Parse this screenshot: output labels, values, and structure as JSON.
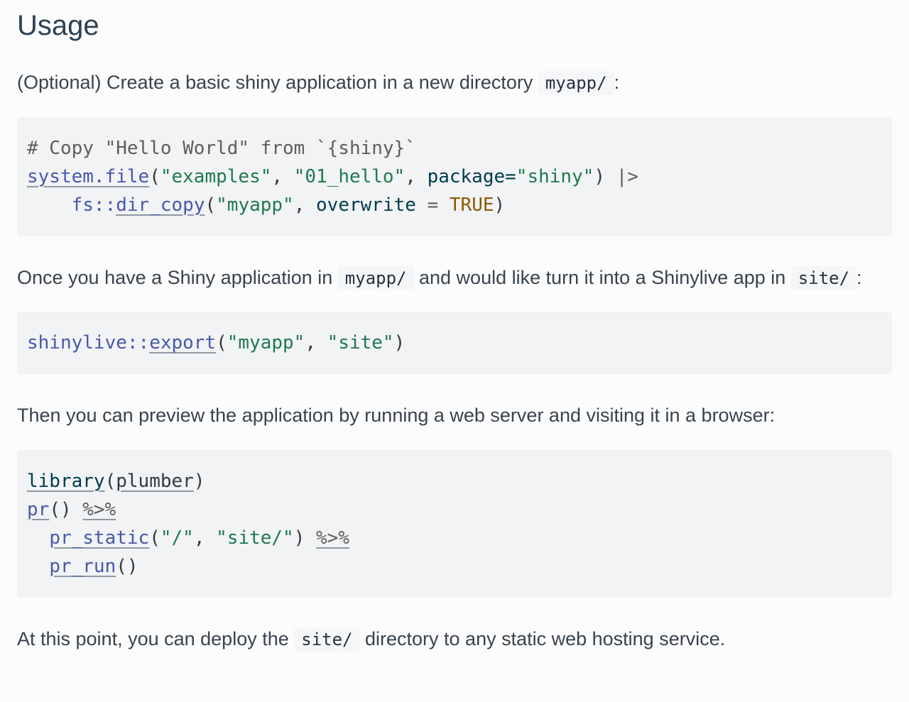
{
  "page": {
    "title": "Usage"
  },
  "colors": {
    "page-bg": "#fcfcfc",
    "heading": "#2c4155",
    "body-text": "#37434e",
    "code-bg": "#f1f3f4",
    "inline-code-bg": "#f5f6f8",
    "inline-code-text": "#253240",
    "code-default": "#343a40",
    "comment": "#5e5e5e",
    "function": "#4758ab",
    "keyword": "#003b4f",
    "string": "#20794d",
    "constant": "#8f5902",
    "operator": "#5e5e5e",
    "link-underline": "#8f99a3"
  },
  "content": [
    {
      "type": "paragraph",
      "segments": [
        {
          "text": "(Optional) Create a basic shiny application in a new directory "
        },
        {
          "text": "myapp/",
          "code": true
        },
        {
          "text": ":"
        }
      ]
    },
    {
      "type": "code",
      "lines": [
        [
          {
            "cls": "co",
            "text": "# Copy \"Hello World\" from `{shiny}`"
          }
        ],
        [
          {
            "cls": "fu",
            "text": "system.file",
            "link": true
          },
          {
            "text": "("
          },
          {
            "cls": "st",
            "text": "\"examples\""
          },
          {
            "text": ", "
          },
          {
            "cls": "st",
            "text": "\"01_hello\""
          },
          {
            "text": ", "
          },
          {
            "cls": "ot",
            "text": "package="
          },
          {
            "cls": "st",
            "text": "\"shiny\""
          },
          {
            "text": ") "
          },
          {
            "cls": "op",
            "text": "|>"
          }
        ],
        [
          {
            "text": "    "
          },
          {
            "cls": "fu",
            "text": "fs::"
          },
          {
            "cls": "fu",
            "text": "dir_copy",
            "link": true
          },
          {
            "text": "("
          },
          {
            "cls": "st",
            "text": "\"myapp\""
          },
          {
            "text": ", "
          },
          {
            "cls": "ot",
            "text": "overwrite"
          },
          {
            "text": " "
          },
          {
            "cls": "op",
            "text": "="
          },
          {
            "text": " "
          },
          {
            "cls": "cn",
            "text": "TRUE"
          },
          {
            "text": ")"
          }
        ]
      ]
    },
    {
      "type": "paragraph",
      "segments": [
        {
          "text": "Once you have a Shiny application in "
        },
        {
          "text": "myapp/",
          "code": true
        },
        {
          "text": " and would like turn it into a Shinylive app in "
        },
        {
          "text": "site/",
          "code": true
        },
        {
          "text": ":"
        }
      ]
    },
    {
      "type": "code",
      "lines": [
        [
          {
            "cls": "fu",
            "text": "shinylive::"
          },
          {
            "cls": "fu",
            "text": "export",
            "link": true
          },
          {
            "text": "("
          },
          {
            "cls": "st",
            "text": "\"myapp\""
          },
          {
            "text": ", "
          },
          {
            "cls": "st",
            "text": "\"site\""
          },
          {
            "text": ")"
          }
        ]
      ]
    },
    {
      "type": "paragraph",
      "segments": [
        {
          "text": "Then you can preview the application by running a web server and visiting it in a browser:"
        }
      ]
    },
    {
      "type": "code",
      "lines": [
        [
          {
            "cls": "kw",
            "text": "library",
            "link": true
          },
          {
            "text": "("
          },
          {
            "text": "plumber",
            "link": true
          },
          {
            "text": ")"
          }
        ],
        [
          {
            "cls": "fu",
            "text": "pr",
            "link": true
          },
          {
            "text": "() "
          },
          {
            "cls": "op",
            "text": "%>%",
            "link": true
          }
        ],
        [
          {
            "text": "  "
          },
          {
            "cls": "fu",
            "text": "pr_static",
            "link": true
          },
          {
            "text": "("
          },
          {
            "cls": "st",
            "text": "\"/\""
          },
          {
            "text": ", "
          },
          {
            "cls": "st",
            "text": "\"site/\""
          },
          {
            "text": ") "
          },
          {
            "cls": "op",
            "text": "%>%",
            "link": true
          }
        ],
        [
          {
            "text": "  "
          },
          {
            "cls": "fu",
            "text": "pr_run",
            "link": true
          },
          {
            "text": "()"
          }
        ]
      ]
    },
    {
      "type": "paragraph",
      "segments": [
        {
          "text": "At this point, you can deploy the "
        },
        {
          "text": "site/",
          "code": true
        },
        {
          "text": " directory to any static web hosting service."
        }
      ]
    }
  ]
}
